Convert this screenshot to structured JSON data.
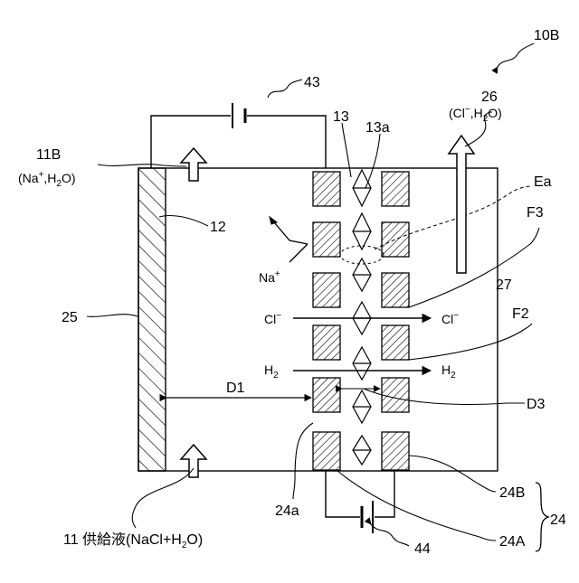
{
  "figure": {
    "id_label": "10B",
    "power_top_label": "43",
    "power_bottom_label": "44",
    "electrode_label": "13",
    "channel_label": "13a",
    "outlet_label": "26",
    "outlet_species": {
      "open": "(Cl",
      "sup": "−",
      "mid": ",H",
      "sub": "2",
      "close": "O)"
    },
    "inlet_top_label": "11B",
    "inlet_top_species": {
      "open": "(Na",
      "sup": "+",
      "mid": ",H",
      "sub": "2",
      "close": "O)"
    },
    "field_label": "Ea",
    "flow_cl_label": "F3",
    "flow_h2_label": "F2",
    "region_left_label": "12",
    "region_right_label": "27",
    "wall_label": "25",
    "ion_na": {
      "base": "Na",
      "sup": "+"
    },
    "ion_cl": {
      "base": "Cl",
      "sup": "−"
    },
    "gas_h2": {
      "base": "H",
      "sub": "2"
    },
    "dist_d1_label": "D1",
    "dist_d3_label": "D3",
    "edge_label": "24a",
    "block_b_label": "24B",
    "block_a_label": "24A",
    "group_label": "24",
    "supply_label": "11 供給液(NaCl+H",
    "supply_sub": "2",
    "supply_close": "O)"
  }
}
